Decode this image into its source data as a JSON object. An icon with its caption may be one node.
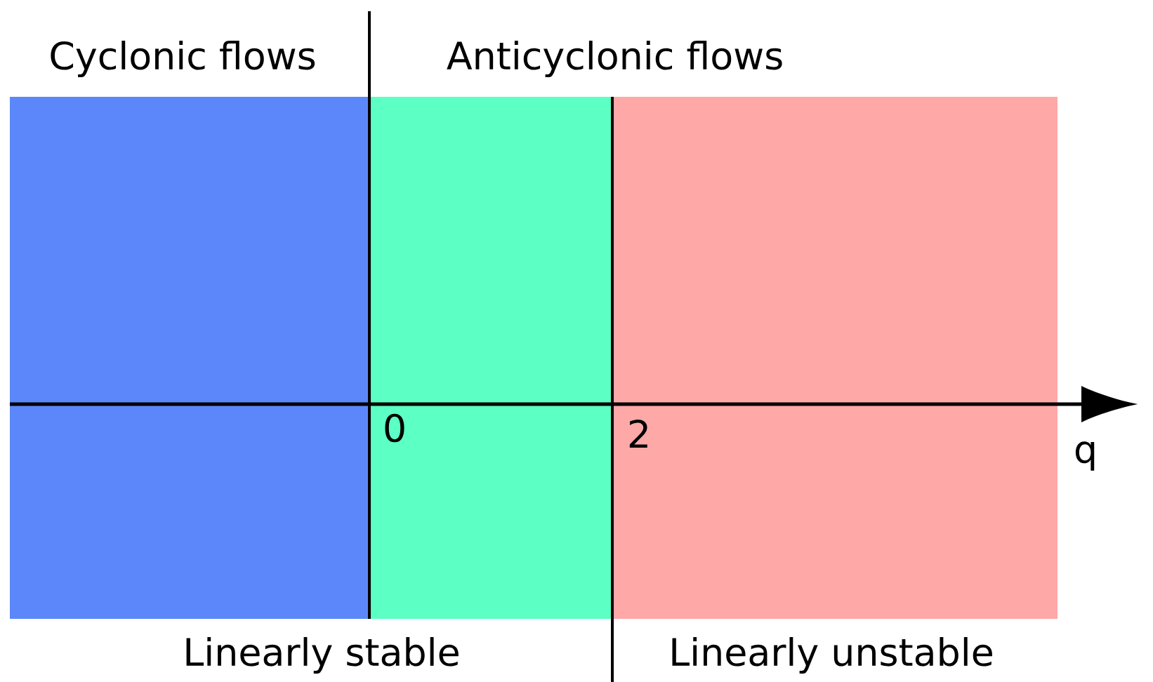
{
  "diagram": {
    "labels": [
      "Cyclonic flows",
      "Anticyclonic flows",
      "0",
      "2",
      "q",
      "Linearly stable",
      "Linearly unstable"
    ]
  }
}
